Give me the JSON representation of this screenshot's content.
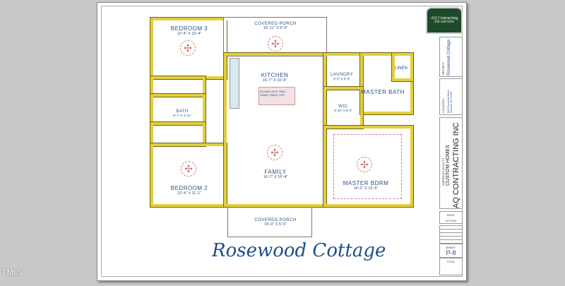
{
  "watermark": "TMLS",
  "plan_title": "Rosewood Cottage",
  "rooms": {
    "bedroom3": {
      "name": "BEDROOM 3",
      "dim": "12'-4\" X 10'-4\""
    },
    "porch_top": {
      "name": "COVERED PORCH",
      "dim": "16'-11\" X 6'-0\""
    },
    "kitchen": {
      "name": "KITCHEN",
      "dim": "16'-7\" X 10'-6\""
    },
    "island": "ISLAND WITH TWO SIDED TABLE TOP",
    "laundry": {
      "name": "LAUNDRY",
      "dim": "5'-4\" X 5'-5\""
    },
    "linen": "LINEN",
    "master_bath": {
      "name": "MASTER BATH"
    },
    "bath": {
      "name": "BATH",
      "dim": "8'-7\" X 4'-11\""
    },
    "wic": {
      "name": "WIC",
      "dim": "5'-10\" X 6'-2\""
    },
    "family": {
      "name": "FAMILY",
      "dim": "16'-7\" X 15'-4\""
    },
    "master_bdrm": {
      "name": "MASTER BDRM",
      "dim": "14'-2\" X 15'-6\""
    },
    "bedroom2": {
      "name": "BEDROOM 2",
      "dim": "12'-4\" X 11'-1\""
    },
    "porch_bottom": {
      "name": "COVERED PORCH",
      "dim": "15'-0\" X 5'-5\""
    }
  },
  "title_block": {
    "logo_name": "AQ Contracting",
    "logo_phone": "336-330-9291",
    "project_label": "PROJECT:",
    "project": "Rosewood Cottage",
    "location_label": "LOCATION:",
    "location": "603 Roosevelt Street Mebane, NC 27302",
    "tagline": "AMERICAN QUALITY",
    "company_sub": "CUSTOM HOMES",
    "company": "AQ CONTRACTING INC",
    "date_label": "DATE:",
    "date": "9/7/2025",
    "sheet_label": "SHEET:",
    "sheet": "P-8",
    "title_label": "TITLE:"
  }
}
